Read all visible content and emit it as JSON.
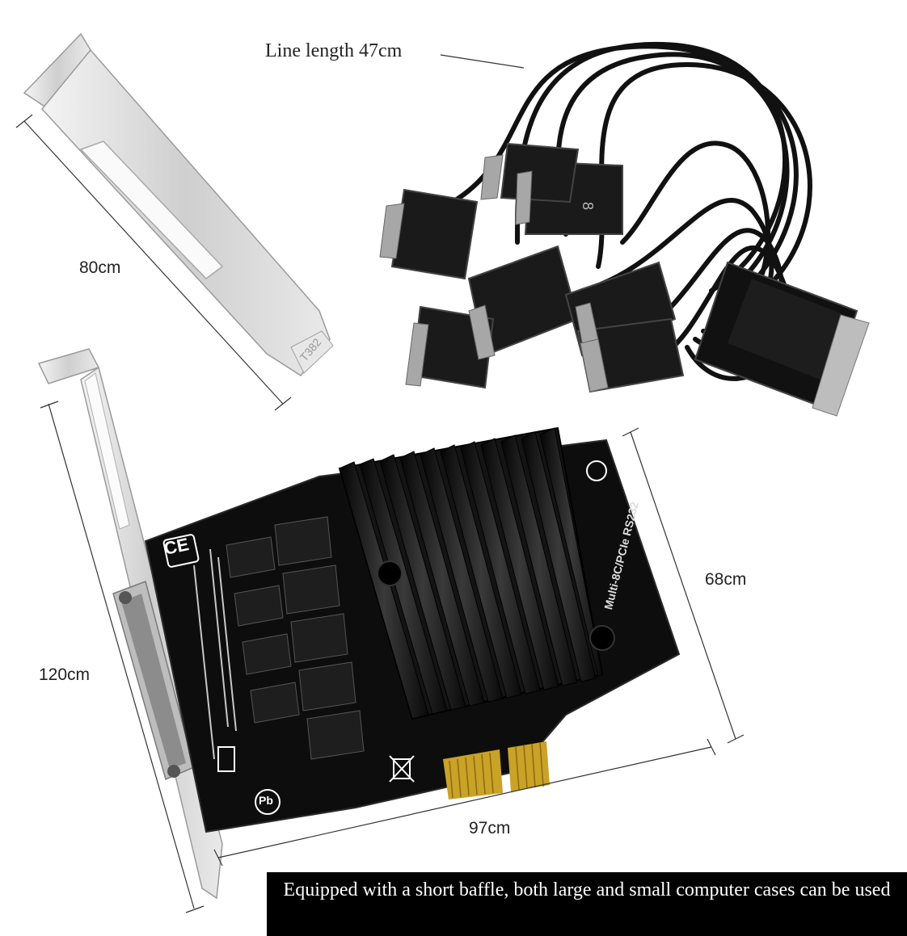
{
  "labels": {
    "line_length": "Line length 47cm",
    "small_bracket_height": "80cm",
    "tall_bracket_height": "120cm",
    "card_height": "68cm",
    "card_width": "97cm"
  },
  "caption": "Equipped with a short baffle, both large and small computer cases can be used",
  "card_markings": {
    "ce": "CE",
    "model": "Multi-8C/PCIe RS232",
    "pb": "Pb",
    "bracket_stamp": "T382",
    "cable_port_number": "8"
  },
  "colors": {
    "background": "#ffffff",
    "pcb": "#0d0d0d",
    "heatsink": "#1a1a1a",
    "bracket": "#d9d9d9",
    "gold_contacts": "#c9a227",
    "caption_bg": "#000000",
    "caption_text": "#ffffff"
  }
}
